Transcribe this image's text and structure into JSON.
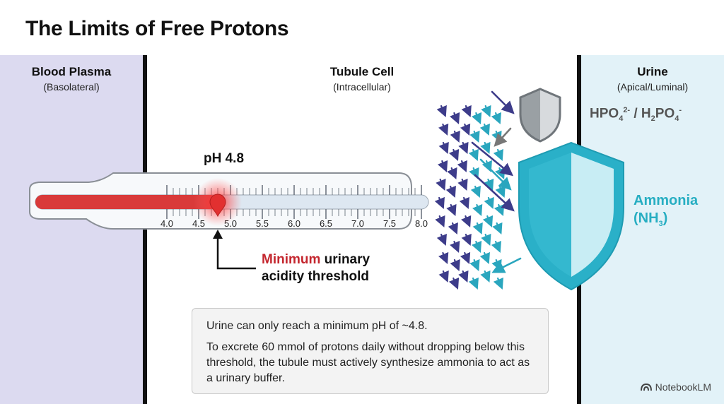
{
  "title": "The Limits of Free Protons",
  "regions": {
    "plasma": {
      "name": "Blood Plasma",
      "sub": "(Basolateral)"
    },
    "cell": {
      "name": "Tubule Cell",
      "sub": "(Intracellular)"
    },
    "urine": {
      "name": "Urine",
      "sub": "(Apical/Luminal)"
    }
  },
  "thermometer": {
    "label": "pH 4.8",
    "ticks": [
      "4.0",
      "4.5",
      "5.0",
      "5.5",
      "6.0",
      "6.5",
      "7.0",
      "7.5",
      "8.0"
    ],
    "marker_value": 4.8,
    "fill_color": "#d93a3a"
  },
  "threshold": {
    "highlight": "Minimum",
    "rest": " urinary",
    "line2": "acidity threshold"
  },
  "phosphate": {
    "a": "HPO",
    "a_sub": "4",
    "a_sup": "2-",
    "sep": " / H",
    "b_sub1": "2",
    "b": "PO",
    "b_sub2": "4",
    "b_sup": "-"
  },
  "ammonia": {
    "line1": "Ammonia",
    "line2_pre": "(NH",
    "line2_sub": "3",
    "line2_post": ")",
    "color": "#27aec2"
  },
  "info": {
    "p1": "Urine can only reach a minimum pH of ~4.8.",
    "p2": "To excrete 60 mmol of protons daily without dropping below this threshold, the tubule must actively synthesize ammonia to act as a urinary buffer."
  },
  "brand": "NotebookLM",
  "icons": [
    "grey-shield-icon",
    "ammonia-shield-icon",
    "proton-arrow-icon",
    "notebooklm-logo-icon"
  ]
}
